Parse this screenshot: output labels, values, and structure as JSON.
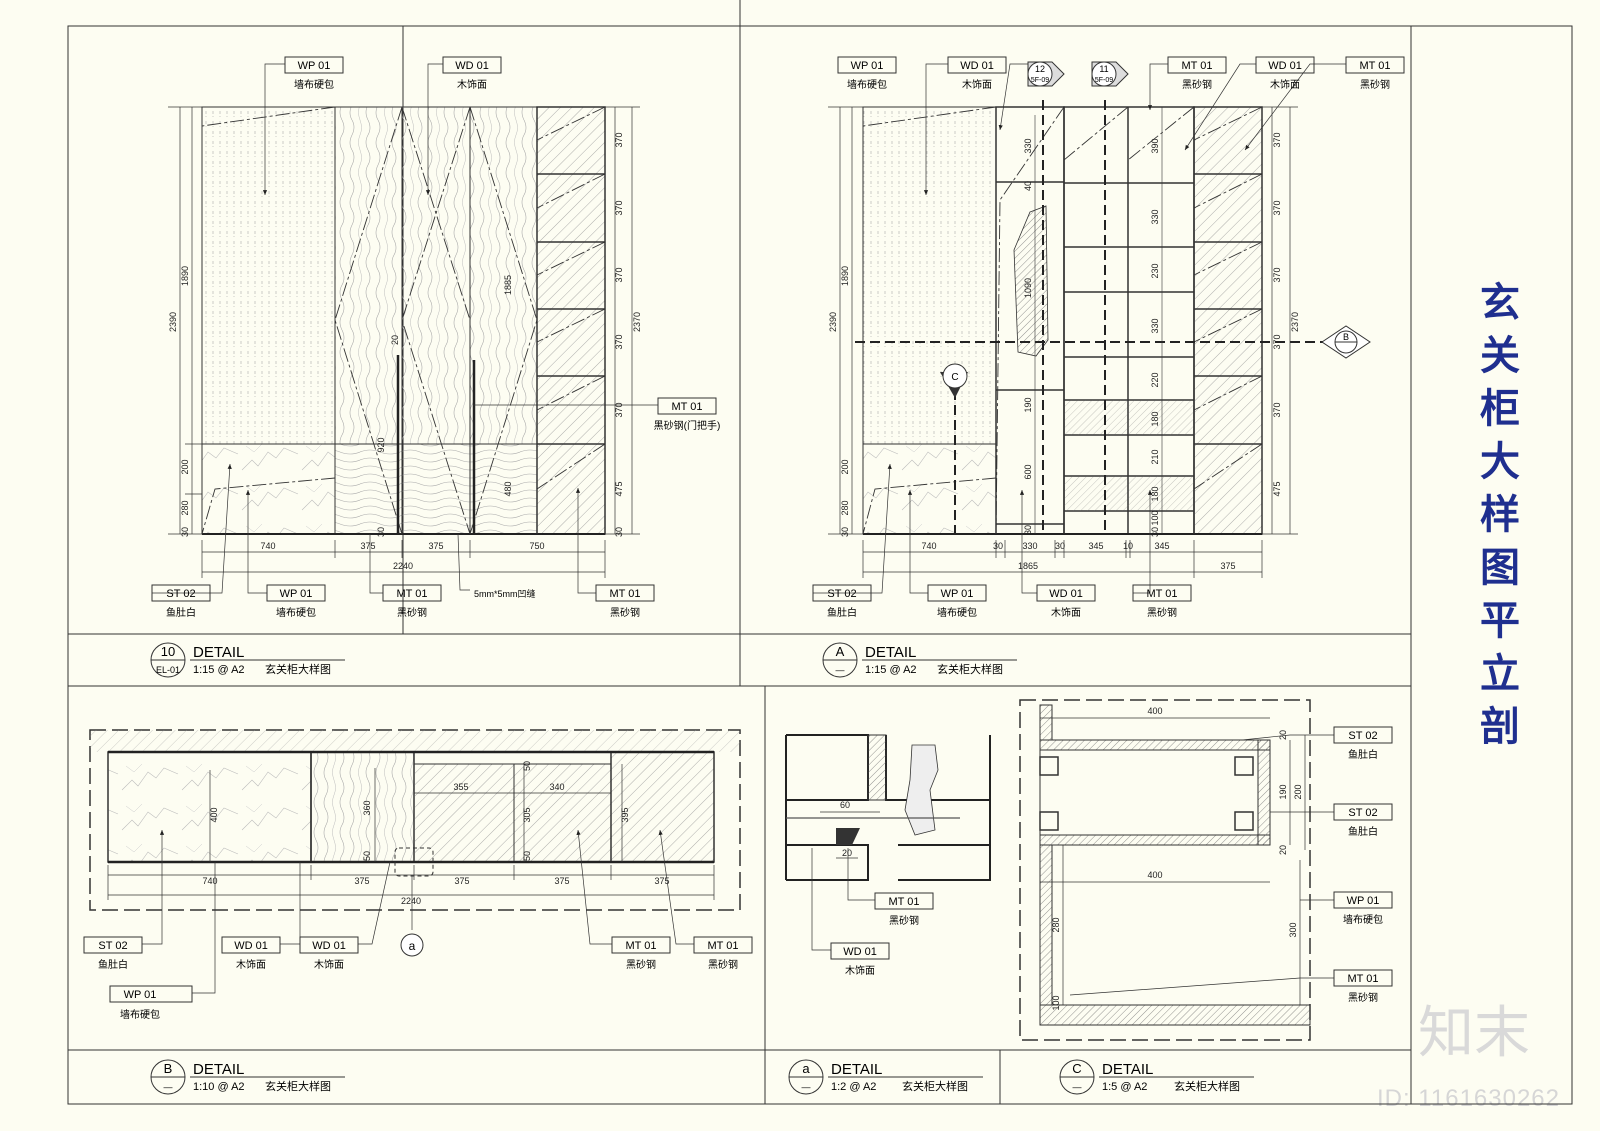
{
  "sheet_title": [
    "玄",
    "关",
    "柜",
    "大",
    "样",
    "图",
    "平",
    "立",
    "剖"
  ],
  "tags": {
    "wp01": {
      "code": "WP 01",
      "name": "墙布硬包"
    },
    "wd01": {
      "code": "WD 01",
      "name": "木饰面"
    },
    "mt01": {
      "code": "MT 01",
      "name": "黑砂钢"
    },
    "mt01_handle": {
      "code": "MT 01",
      "name": "黑砂钢(门把手)"
    },
    "st02": {
      "code": "ST 02",
      "name": "鱼肚白"
    }
  },
  "groove_note": "5mm*5mm凹缝",
  "section_markers": [
    {
      "num": "12",
      "ref": "5F-09"
    },
    {
      "num": "11",
      "ref": "5F-09"
    },
    {
      "num": "C",
      "ref": ""
    },
    {
      "num": "B",
      "ref": ""
    }
  ],
  "titles": {
    "d10": {
      "num": "10",
      "ref": "EL-01",
      "word": "DETAIL",
      "scale": "1:15 @ A2",
      "name": "玄关柜大样图"
    },
    "dA": {
      "num": "A",
      "ref": "—",
      "word": "DETAIL",
      "scale": "1:15 @ A2",
      "name": "玄关柜大样图"
    },
    "dB": {
      "num": "B",
      "ref": "—",
      "word": "DETAIL",
      "scale": "1:10 @ A2",
      "name": "玄关柜大样图"
    },
    "da": {
      "num": "a",
      "ref": "—",
      "word": "DETAIL",
      "scale": "1:2 @ A2",
      "name": "玄关柜大样图"
    },
    "dC": {
      "num": "C",
      "ref": "—",
      "word": "DETAIL",
      "scale": "1:5 @ A2",
      "name": "玄关柜大样图"
    }
  },
  "dims": {
    "d10": {
      "left_total": "2390",
      "left_upper": "1890",
      "left_200": "200",
      "left_280": "280",
      "left_30": "30",
      "bottom": [
        "740",
        "375",
        "375",
        "750"
      ],
      "bottom_total": "2240",
      "inner_1885": "1885",
      "inner_480": "480",
      "inner_30": "30",
      "inner_20": "20",
      "inner_920": "920",
      "right": [
        "370",
        "370",
        "370",
        "370",
        "370",
        "475"
      ],
      "right_total": "2370",
      "right_30": "30"
    },
    "dA": {
      "left_total": "2390",
      "left_upper": "1890",
      "left_200": "200",
      "left_280": "280",
      "left_30": "30",
      "bottom": [
        "740",
        "30",
        "330",
        "30",
        "345",
        "10",
        "345"
      ],
      "bottom_total": "1865",
      "bottom_right": "375",
      "inner_left": [
        "330",
        "40",
        "1090",
        "190",
        "600",
        "30"
      ],
      "inner_right": [
        "390",
        "330",
        "230",
        "330",
        "220",
        "180",
        "210",
        "180",
        "100",
        "30"
      ],
      "right": [
        "370",
        "370",
        "370",
        "370",
        "370",
        "475"
      ],
      "right_total": "2370"
    },
    "dB": {
      "top_mid": [
        "355",
        "340"
      ],
      "v_400": "400",
      "v_360": "360",
      "v_305": "305",
      "v_395": "395",
      "v_50a": "50",
      "v_50b": "50",
      "v_50c": "50",
      "bottom": [
        "740",
        "375",
        "375",
        "375",
        "375"
      ],
      "bottom_total": "2240"
    },
    "da": {
      "d60": "60",
      "d20": "20"
    },
    "dC": {
      "top": "400",
      "mid": "400",
      "v190": "190",
      "v200": "200",
      "v280": "280",
      "v300": "300",
      "v100": "100",
      "v20a": "20",
      "v20b": "20"
    }
  },
  "watermark": {
    "brand": "知末",
    "id": "ID: 1161630262"
  }
}
